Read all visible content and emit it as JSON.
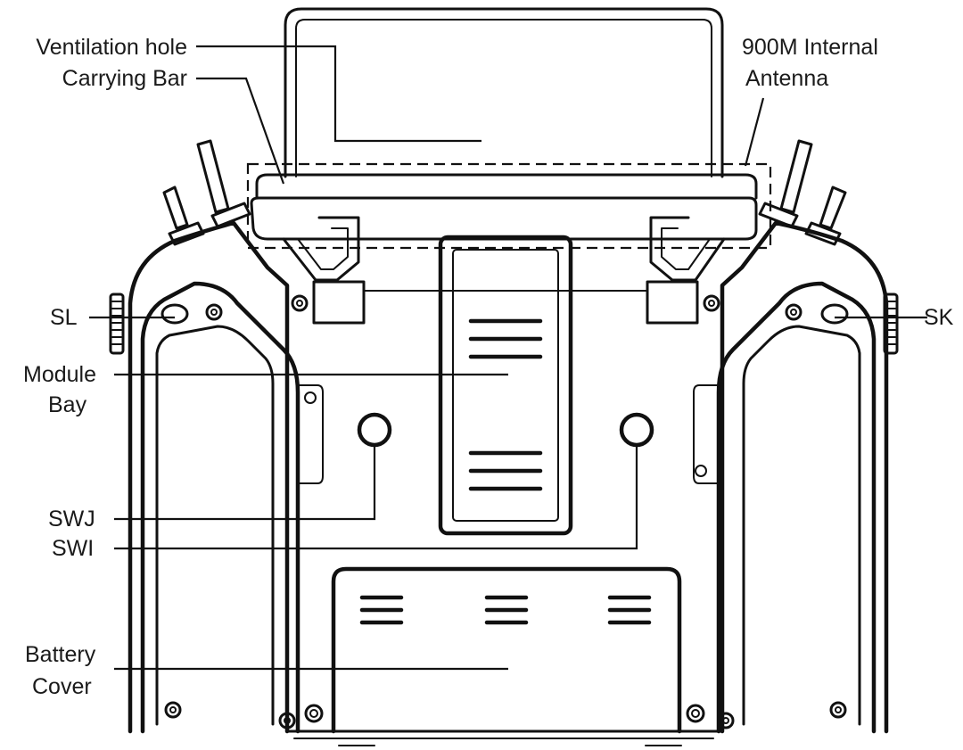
{
  "labels": {
    "ventilation_hole": "Ventilation hole",
    "carrying_bar": "Carrying Bar",
    "antenna_line1": "900M Internal",
    "antenna_line2": "Antenna",
    "sl": "SL",
    "sk": "SK",
    "module_bay_line1": "Module",
    "module_bay_line2": "Bay",
    "swj": "SWJ",
    "swi": "SWI",
    "battery_cover_line1": "Battery",
    "battery_cover_line2": "Cover"
  }
}
